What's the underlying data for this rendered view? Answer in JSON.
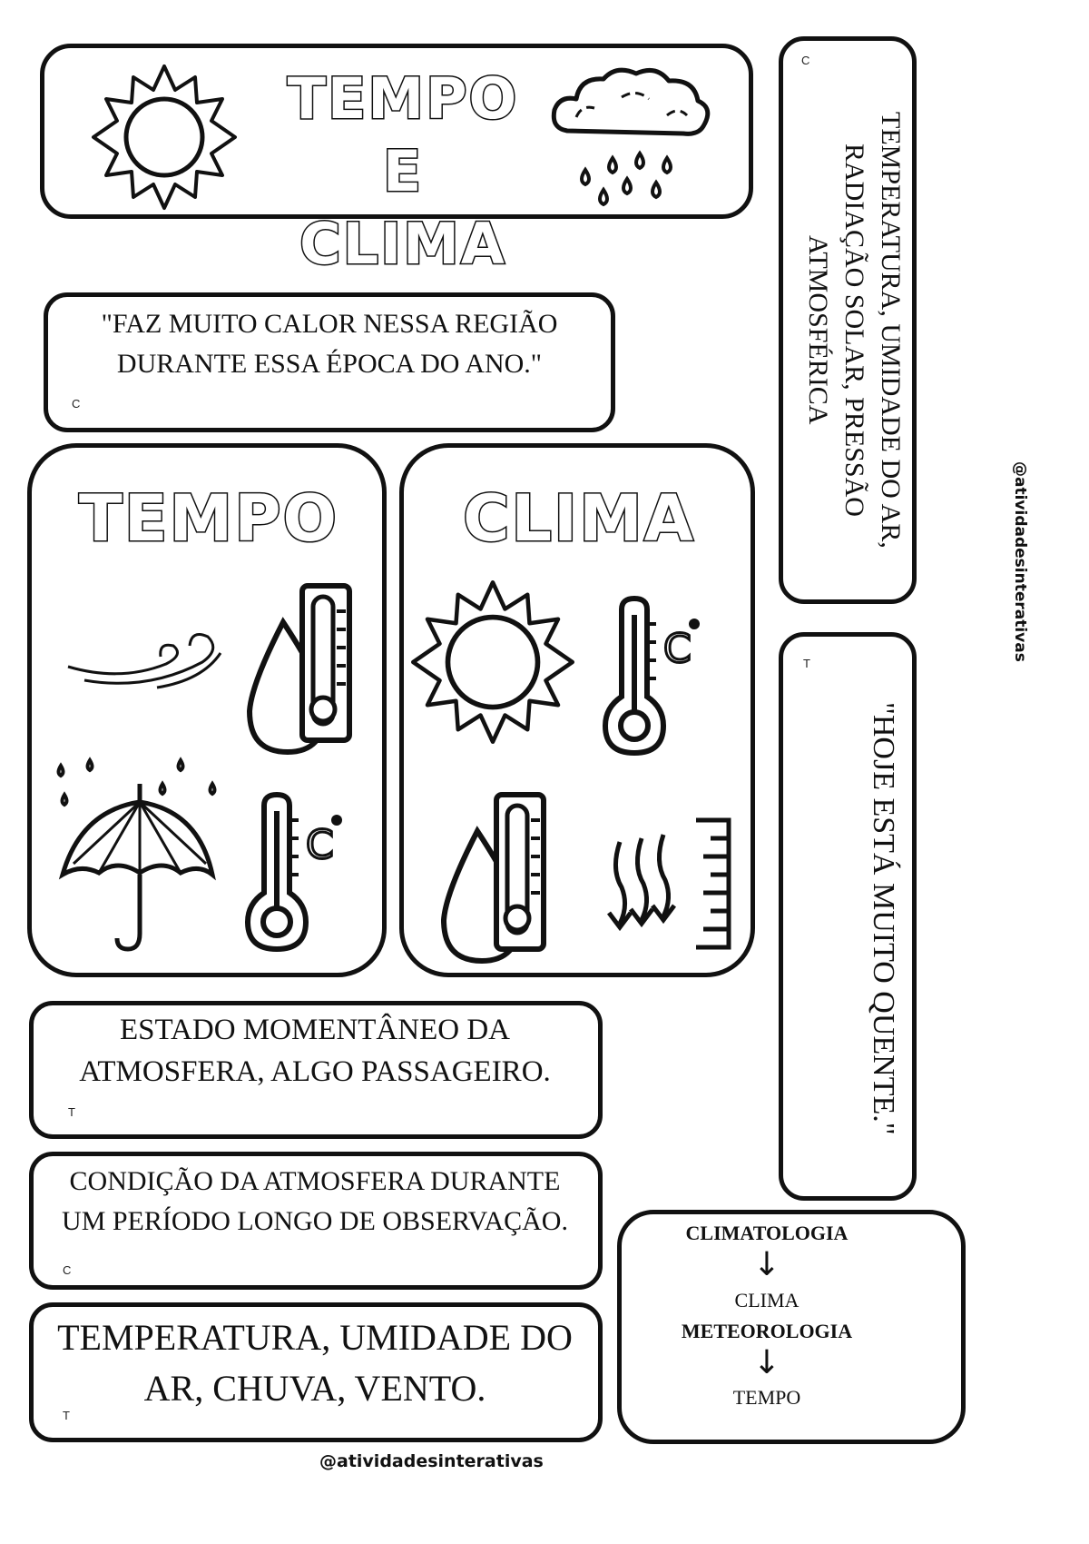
{
  "header": {
    "title_line1": "TEMPO E",
    "title_line2": "CLIMA"
  },
  "quote_calor": {
    "text": "\"FAZ MUITO CALOR NESSA REGIÃO DURANTE ESSA ÉPOCA DO ANO.\"",
    "tag": "C"
  },
  "side_clima": {
    "text": "TEMPERATURA, UMIDADE DO AR, RADIAÇÃO SOLAR, PRESSÃO ATMOSFÉRICA",
    "tag": "C"
  },
  "side_tempo": {
    "text": "\"HOJE ESTÁ MUITO QUENTE.\"",
    "tag": "T"
  },
  "tempo_card": {
    "title": "TEMPO",
    "icons": [
      "wind-icon",
      "humidity-thermometer-icon",
      "rain-umbrella-icon",
      "thermometer-celsius-icon"
    ]
  },
  "clima_card": {
    "title": "CLIMA",
    "icons": [
      "sun-icon",
      "thermometer-celsius-icon",
      "humidity-thermometer-icon",
      "pressure-gauge-icon"
    ]
  },
  "def_tempo": {
    "text": "ESTADO MOMENTÂNEO DA ATMOSFERA, ALGO PASSAGEIRO.",
    "tag": "T"
  },
  "def_clima": {
    "text": "CONDIÇÃO DA ATMOSFERA DURANTE UM PERÍODO  LONGO DE OBSERVAÇÃO.",
    "tag": "C"
  },
  "elements_tempo": {
    "text": "TEMPERATURA, UMIDADE DO AR, CHUVA, VENTO.",
    "tag": "T"
  },
  "sciences": {
    "climatologia": "CLIMATOLOGIA",
    "arrow1": "↓",
    "clima": "CLIMA",
    "meteorologia": "METEOROLOGIA",
    "arrow2": "↓",
    "tempo": "TEMPO"
  },
  "watermark_side": "@atividadesinterativas",
  "watermark_bottom": "@atividadesinterativas"
}
